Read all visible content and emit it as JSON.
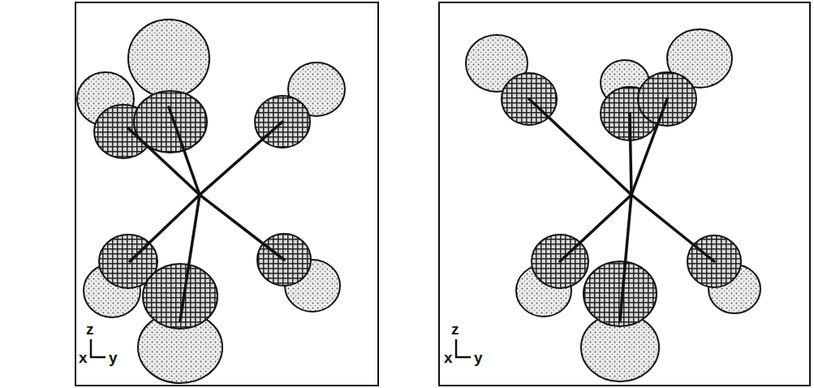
{
  "diagram": {
    "labels": [
      "z",
      "x",
      "y",
      "z",
      "x",
      "y"
    ]
  }
}
